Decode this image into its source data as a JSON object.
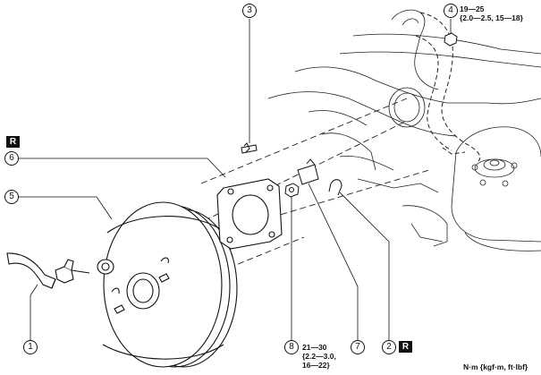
{
  "callouts": {
    "c1": "1",
    "c2": "2",
    "c3": "3",
    "c4": "4",
    "c5": "5",
    "c6": "6",
    "c7": "7",
    "c8": "8"
  },
  "torque": {
    "nut4": {
      "line1": "19—25",
      "line2": "{2.0—2.5, 15—18}"
    },
    "nut8": {
      "line1": "21—30",
      "line2": "{2.2—3.0,",
      "line3": "16—22}"
    }
  },
  "badges": {
    "replace_top": "R",
    "replace_bottom": "R"
  },
  "units_label": "N·m {kgf·m, ft·lbf}"
}
